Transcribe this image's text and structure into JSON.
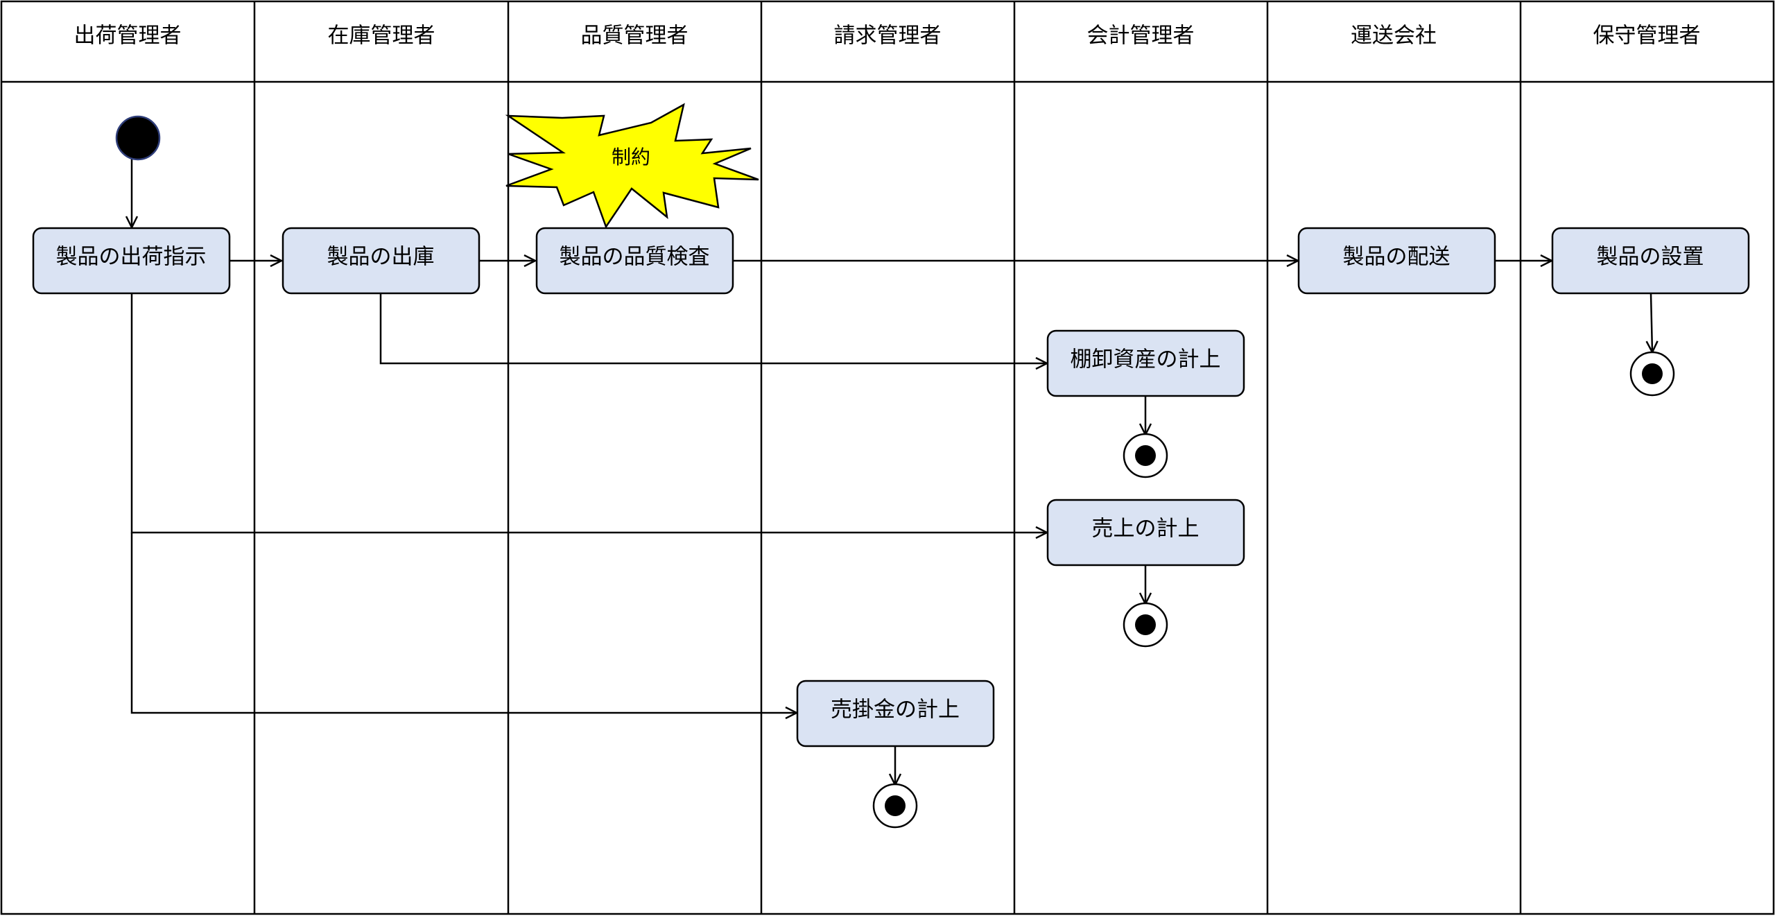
{
  "lanes": [
    {
      "title": "出荷管理者"
    },
    {
      "title": "在庫管理者"
    },
    {
      "title": "品質管理者"
    },
    {
      "title": "請求管理者"
    },
    {
      "title": "会計管理者"
    },
    {
      "title": "運送会社"
    },
    {
      "title": "保守管理者"
    }
  ],
  "actions": [
    {
      "label": "製品の出荷指示"
    },
    {
      "label": "製品の出庫"
    },
    {
      "label": "製品の品質検査"
    },
    {
      "label": "製品の配送"
    },
    {
      "label": "製品の設置"
    },
    {
      "label": "棚卸資産の計上"
    },
    {
      "label": "売上の計上"
    },
    {
      "label": "売掛金の計上"
    }
  ],
  "constraint": {
    "label": "制約"
  },
  "colors": {
    "action_fill": "#dae3f3",
    "constraint_fill": "#ffff00",
    "start_fill": "#000000",
    "start_stroke": "#2f3e7a",
    "line": "#000000"
  }
}
